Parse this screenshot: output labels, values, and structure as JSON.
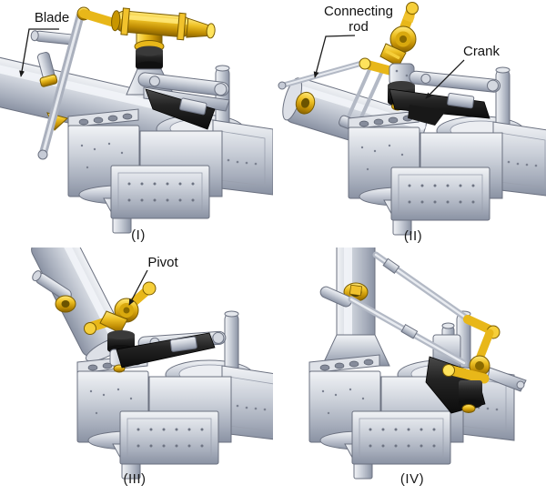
{
  "figure": {
    "panels": [
      {
        "id": "I",
        "caption": "(I)",
        "labels": {
          "blade": "Blade"
        }
      },
      {
        "id": "II",
        "caption": "(II)",
        "labels": {
          "connecting_rod": "Connecting rod",
          "crank": "Crank"
        }
      },
      {
        "id": "III",
        "caption": "(III)",
        "labels": {
          "pivot": "Pivot"
        }
      },
      {
        "id": "IV",
        "caption": "(IV)",
        "labels": {}
      }
    ],
    "colors": {
      "background": "#ffffff",
      "metal_light": "#f1f3f6",
      "metal_mid": "#c6cbd6",
      "metal_dark": "#8a92a3",
      "gold": "#eec125",
      "dark_part": "#151515",
      "annotation": "#1a1a1a"
    }
  }
}
